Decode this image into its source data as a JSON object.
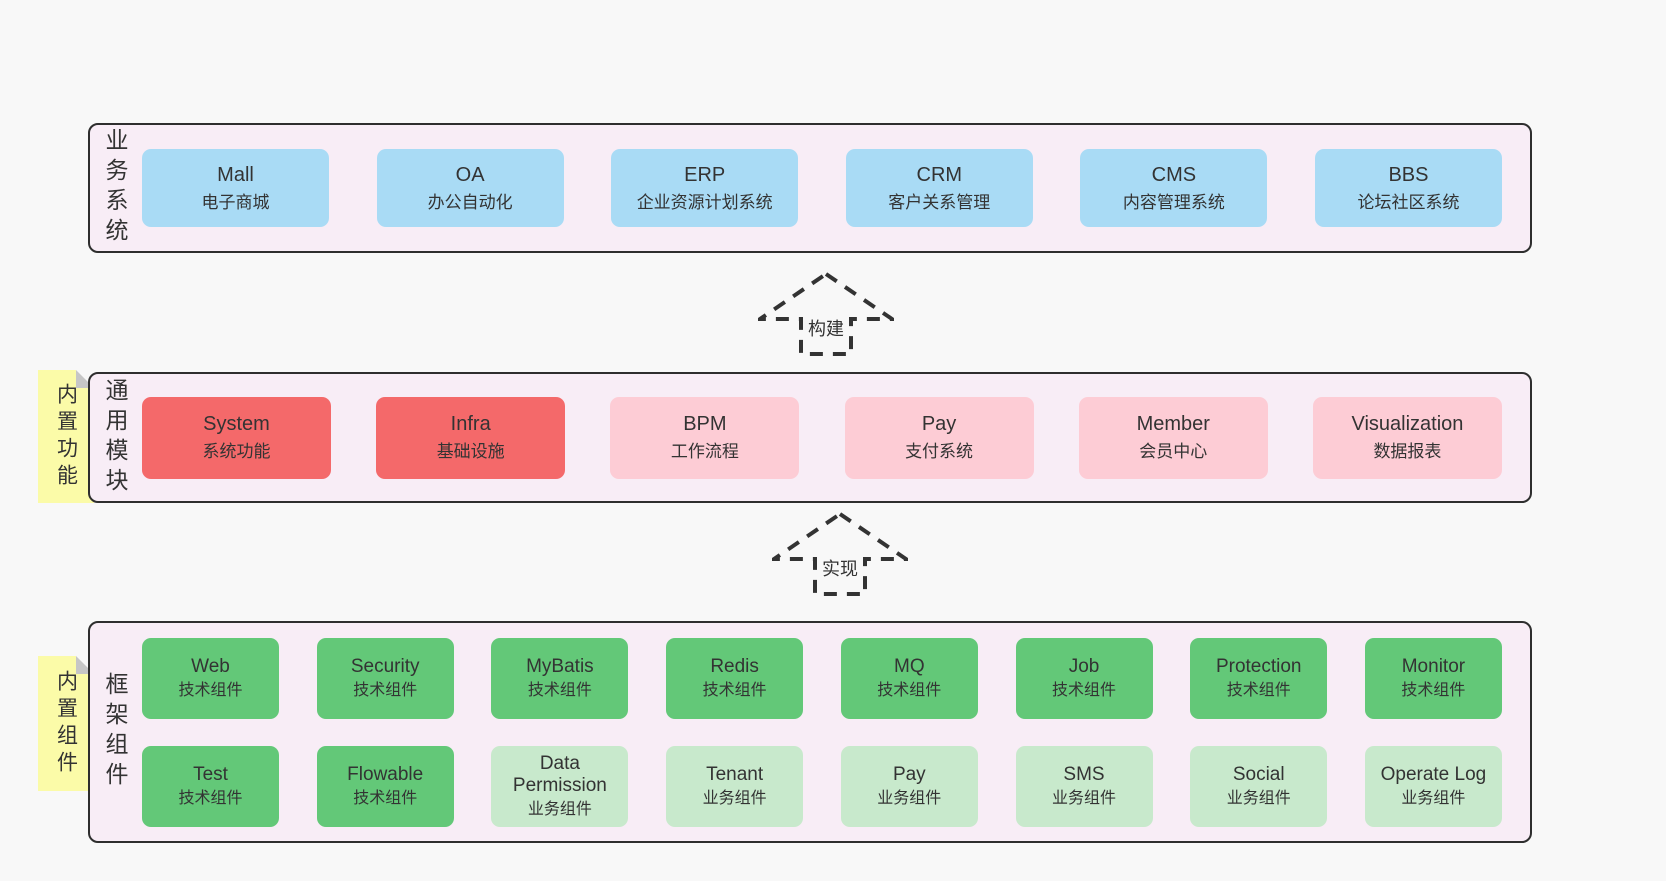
{
  "colors": {
    "page_bg": "#f8f8f8",
    "panel_bg": "#f8edf6",
    "panel_border": "#2e2e2e",
    "business_box": "#a9dbf5",
    "module_core_box": "#f4696a",
    "module_plain_box": "#fdccd5",
    "tech_box": "#63c878",
    "biz_box": "#c8e9cc",
    "sticky_note": "#fbfba8",
    "note_fold": "#c6c6c6",
    "text": "#333333"
  },
  "arrows": [
    {
      "label": "构建"
    },
    {
      "label": "实现"
    }
  ],
  "sections": {
    "business": {
      "title": "业务系统",
      "boxes": [
        {
          "name": "Mall",
          "desc": "电子商城"
        },
        {
          "name": "OA",
          "desc": "办公自动化"
        },
        {
          "name": "ERP",
          "desc": "企业资源计划系统"
        },
        {
          "name": "CRM",
          "desc": "客户关系管理"
        },
        {
          "name": "CMS",
          "desc": "内容管理系统"
        },
        {
          "name": "BBS",
          "desc": "论坛社区系统"
        }
      ]
    },
    "modules": {
      "title": "通用模块",
      "note": "内置功能",
      "boxes": [
        {
          "name": "System",
          "desc": "系统功能",
          "variant": "red"
        },
        {
          "name": "Infra",
          "desc": "基础设施",
          "variant": "red"
        },
        {
          "name": "BPM",
          "desc": "工作流程",
          "variant": "pink"
        },
        {
          "name": "Pay",
          "desc": "支付系统",
          "variant": "pink"
        },
        {
          "name": "Member",
          "desc": "会员中心",
          "variant": "pink"
        },
        {
          "name": "Visualization",
          "desc": "数据报表",
          "variant": "pink"
        }
      ]
    },
    "framework": {
      "title": "框架组件",
      "note": "内置组件",
      "rows": [
        [
          {
            "name": "Web",
            "desc": "技术组件",
            "variant": "green"
          },
          {
            "name": "Security",
            "desc": "技术组件",
            "variant": "green"
          },
          {
            "name": "MyBatis",
            "desc": "技术组件",
            "variant": "green"
          },
          {
            "name": "Redis",
            "desc": "技术组件",
            "variant": "green"
          },
          {
            "name": "MQ",
            "desc": "技术组件",
            "variant": "green"
          },
          {
            "name": "Job",
            "desc": "技术组件",
            "variant": "green"
          },
          {
            "name": "Protection",
            "desc": "技术组件",
            "variant": "green"
          },
          {
            "name": "Monitor",
            "desc": "技术组件",
            "variant": "green"
          }
        ],
        [
          {
            "name": "Test",
            "desc": "技术组件",
            "variant": "green"
          },
          {
            "name": "Flowable",
            "desc": "技术组件",
            "variant": "green"
          },
          {
            "name": "Data Permission",
            "desc": "业务组件",
            "variant": "light-green"
          },
          {
            "name": "Tenant",
            "desc": "业务组件",
            "variant": "light-green"
          },
          {
            "name": "Pay",
            "desc": "业务组件",
            "variant": "light-green"
          },
          {
            "name": "SMS",
            "desc": "业务组件",
            "variant": "light-green"
          },
          {
            "name": "Social",
            "desc": "业务组件",
            "variant": "light-green"
          },
          {
            "name": "Operate Log",
            "desc": "业务组件",
            "variant": "light-green"
          }
        ]
      ]
    }
  }
}
